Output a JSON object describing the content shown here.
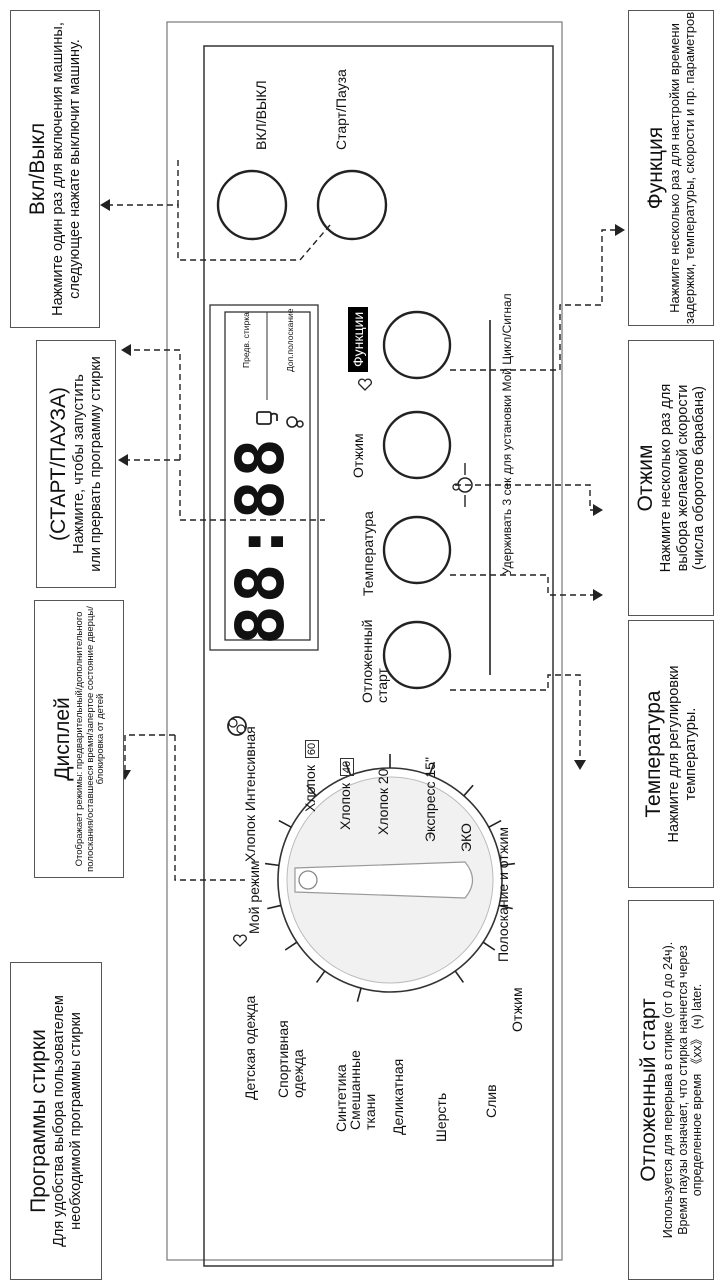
{
  "callouts": {
    "power": {
      "title": "Вкл/Выкл",
      "lines": [
        "Нажмите один раз для включения машины,",
        "следующее нажате выключит машину."
      ]
    },
    "start": {
      "title": "(СТАРТ/ПАУЗА)",
      "lines": [
        "Нажмите, чтобы запустить",
        "или прервать программу стирки"
      ]
    },
    "display": {
      "title": "Дисплей",
      "lines": [
        "Отображает режимы: предварительный/дополнительного",
        "полоскания/оставшееся время/запертое состояние дверцы/",
        "блокировка от детей"
      ]
    },
    "programs": {
      "title": "Программы стирки",
      "lines": [
        "Для удобства выбора пользователем",
        "необходимой программы стирки"
      ]
    },
    "function": {
      "title": "Функция",
      "lines": [
        "Нажмите несколько раз для настройки времени",
        "задержки, температуры, скорости и пр. параметров"
      ]
    },
    "spin": {
      "title": "Отжим",
      "lines": [
        "Нажмите несколько раз для",
        "выбора желаемой скорости",
        "(числа оборотов барабана)"
      ]
    },
    "temp": {
      "title": "Температура",
      "lines": [
        "Нажмите для регулировки",
        "температуры."
      ]
    },
    "delay": {
      "title": "Отложенный старт",
      "lines": [
        "Используется для перерыва в стирке (от 0 до 24ч).",
        "Время паузы означает, что стирка начнется через",
        "определенное время 《xx》 (ч) later."
      ]
    }
  },
  "panel": {
    "power_label": "ВКЛ/ВЫКЛ",
    "start_label": "Старт/Пауза",
    "display_digits": "88:88",
    "prewash_label": "Предв. стирка",
    "extra_rinse_label": "Доп.полоскание",
    "buttons": {
      "delay": [
        "Отложенный",
        "старт"
      ],
      "temp": "Температура",
      "spin": "Отжим",
      "function": "Функции"
    },
    "hold_text": "Удерживать 3 сек для установки Мой Цикл/Сигнал"
  },
  "programs": [
    "Хлопок Интенсивная",
    "Хлопок",
    "Хлопок",
    "Хлопок 20",
    "Экспресс 15\"",
    "ЭКО",
    "Полоскание и отжим",
    "Отжим",
    "Слив",
    "Шерсть",
    "Деликатная",
    "Смешанные ткани",
    "Синтетика",
    "Спортивная одежда",
    "Детская одежда",
    "Мой режим"
  ],
  "program_badges": {
    "cotton60": "60",
    "cotton40": "40"
  },
  "colors": {
    "line": "#222222",
    "panel_border": "#333333",
    "function_bg": "#000000",
    "function_text": "#ffffff"
  }
}
